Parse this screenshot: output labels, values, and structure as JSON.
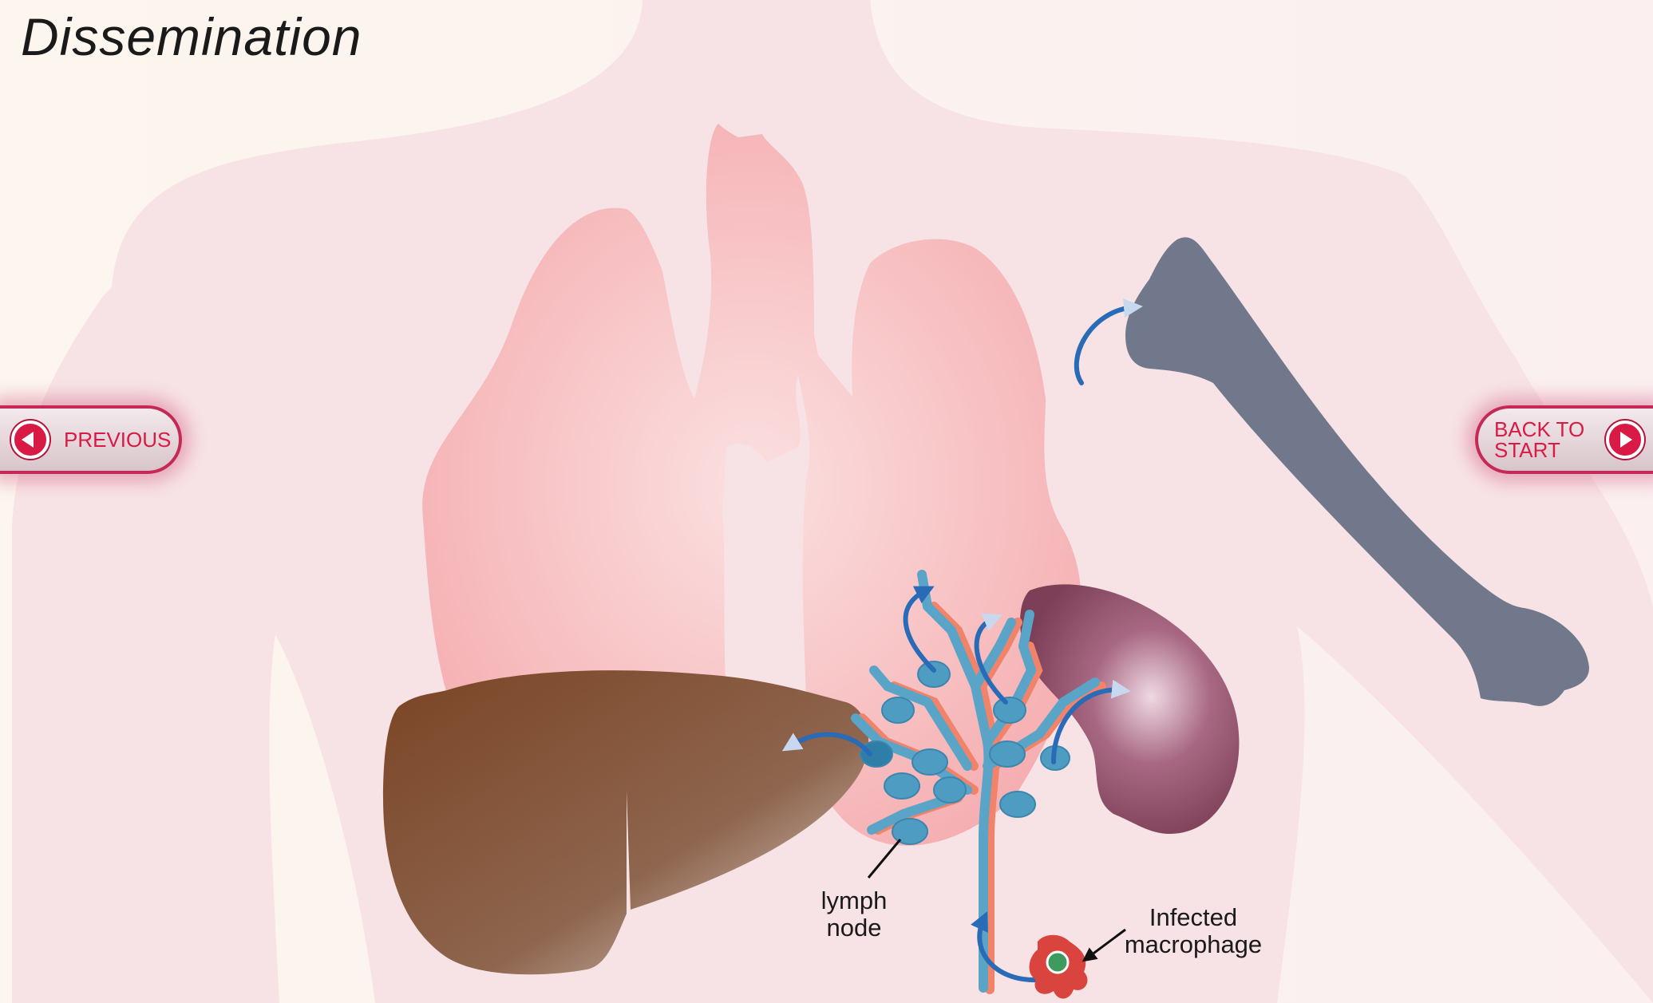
{
  "title": "Dissemination",
  "nav": {
    "previous_label": "PREVIOUS",
    "back_label": "BACK TO START"
  },
  "labels": {
    "lymph_node": "lymph node",
    "infected_macrophage": "Infected macrophage"
  },
  "colors": {
    "body": "#f7e4e6",
    "lung": "#f6b3b5",
    "bone": "#72788c",
    "liver": "#7d4a2c",
    "spleen": "#8c4862",
    "lymph": "#5aa4c8",
    "arrow": "#2a6bb8",
    "button_accent": "#d81a44"
  }
}
